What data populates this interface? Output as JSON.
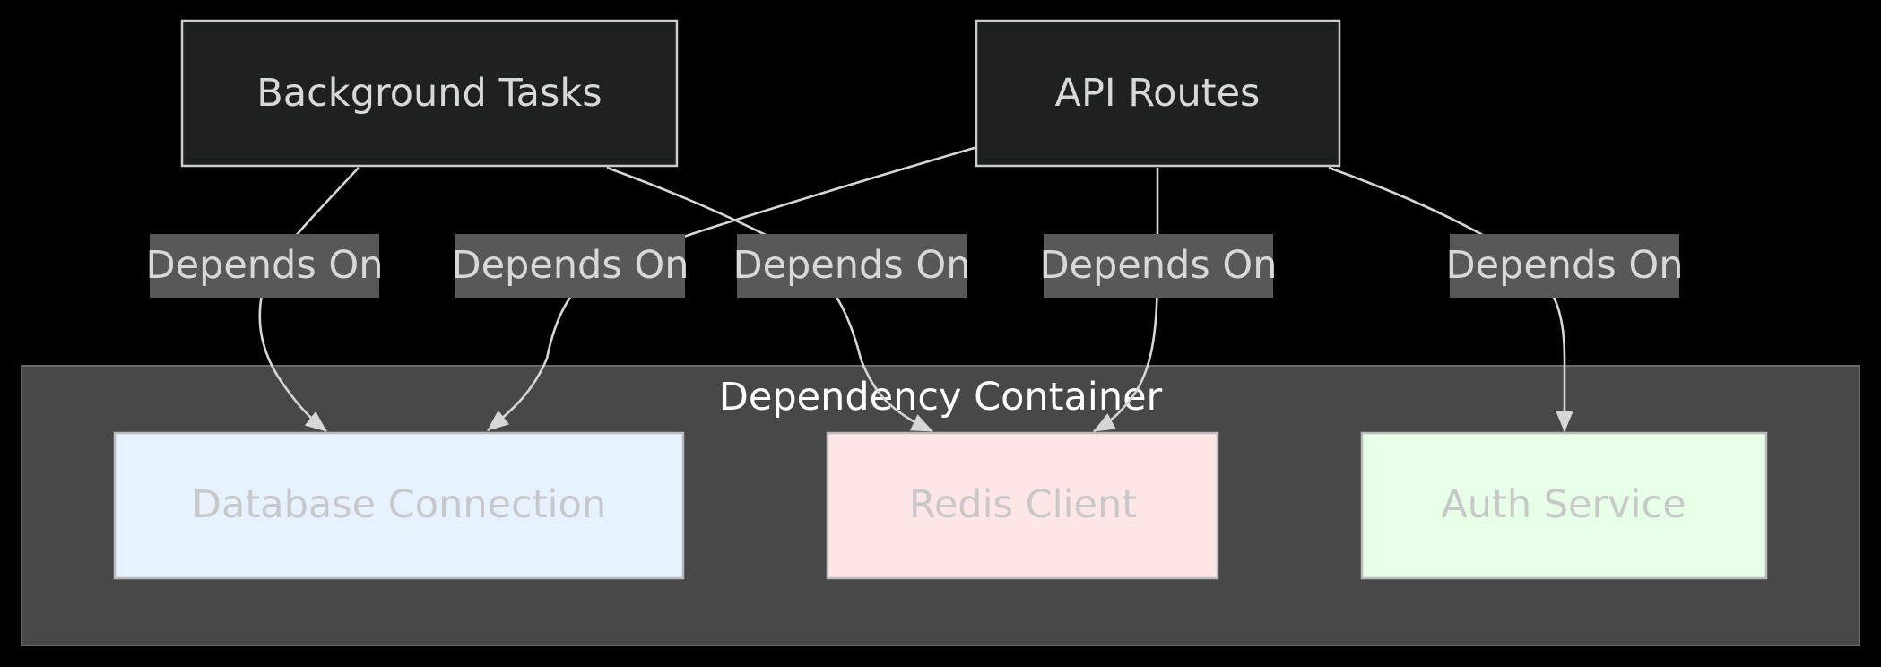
{
  "colors": {
    "background": "#000000",
    "top_node_fill": "#1f2020",
    "node_stroke": "#cccccc",
    "cluster_fill": "#474847",
    "cluster_stroke": "#6a6a6a",
    "edge_stroke": "#d6d6d6",
    "label_fill": "#585858",
    "db_fill": "#e6f2ff",
    "redis_fill": "#ffe6e6",
    "auth_fill": "#e6ffe6",
    "inner_text": "#c8c8c8",
    "top_text": "#d8d8d8"
  },
  "nodes": {
    "background_tasks": "Background Tasks",
    "api_routes": "API Routes"
  },
  "container": {
    "title": "Dependency Container",
    "database": "Database Connection",
    "redis": "Redis Client",
    "auth": "Auth Service"
  },
  "edges": [
    {
      "from": "Background Tasks",
      "to": "Database Connection",
      "label": "Depends On"
    },
    {
      "from": "API Routes",
      "to": "Database Connection",
      "label": "Depends On"
    },
    {
      "from": "Background Tasks",
      "to": "Redis Client",
      "label": "Depends On"
    },
    {
      "from": "API Routes",
      "to": "Redis Client",
      "label": "Depends On"
    },
    {
      "from": "API Routes",
      "to": "Auth Service",
      "label": "Depends On"
    }
  ]
}
